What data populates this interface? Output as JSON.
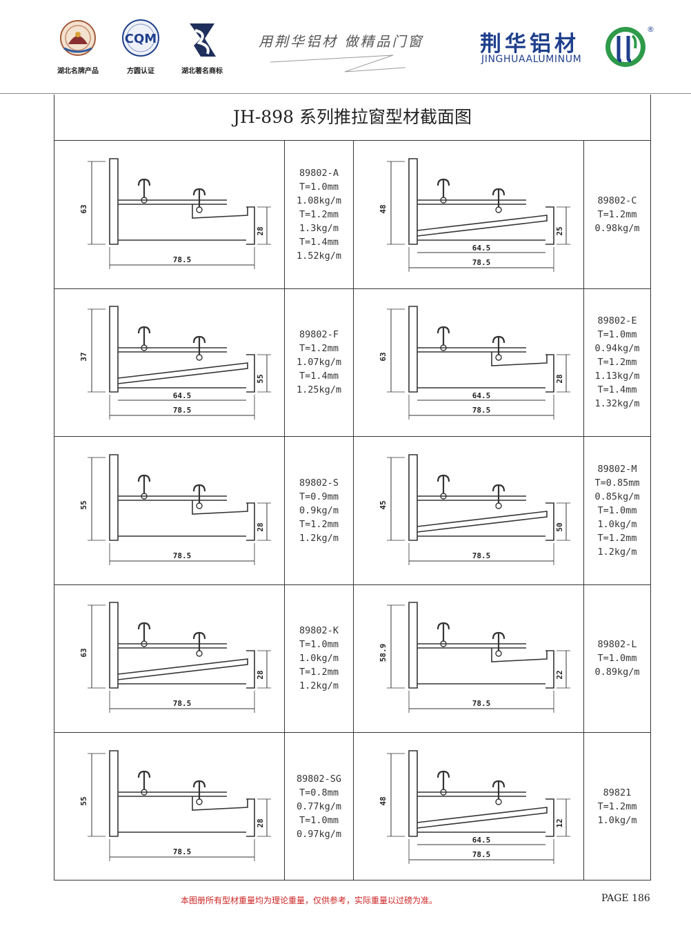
{
  "header": {
    "certifications": [
      {
        "label": "湖北名牌产品",
        "icon": "provincial-brand-emblem-icon"
      },
      {
        "label": "方圆认证",
        "icon": "cqm-certification-icon",
        "mark": "CQM"
      },
      {
        "label": "湖北著名商标",
        "icon": "famous-trademark-icon"
      }
    ],
    "slogan": "用荆华铝材  做精品门窗",
    "brand_cn": "荆华铝材",
    "brand_en": "JINGHUAALUMINUM",
    "registered_mark": "®"
  },
  "catalog": {
    "title": "JH-898 系列推拉窗型材截面图",
    "rows": [
      {
        "left": {
          "spec": [
            "89802-A",
            "T=1.0mm",
            "1.08kg/m",
            "T=1.2mm",
            "1.3kg/m",
            "T=1.4mm",
            "1.52kg/m"
          ],
          "dims": {
            "height": "63",
            "step": "28",
            "width": "78.5"
          }
        },
        "right": {
          "spec": [
            "89802-C",
            "T=1.2mm",
            "0.98kg/m"
          ],
          "dims": {
            "height": "48",
            "step": "25",
            "inner": "64.5",
            "width": "78.5"
          }
        }
      },
      {
        "left": {
          "spec": [
            "89802-F",
            "T=1.2mm",
            "1.07kg/m",
            "T=1.4mm",
            "1.25kg/m"
          ],
          "dims": {
            "height": "37",
            "step": "55",
            "inner": "64.5",
            "width": "78.5"
          }
        },
        "right": {
          "spec": [
            "89802-E",
            "T=1.0mm",
            "0.94kg/m",
            "T=1.2mm",
            "1.13kg/m",
            "T=1.4mm",
            "1.32kg/m"
          ],
          "dims": {
            "height": "63",
            "step": "28",
            "inner": "64.5",
            "width": "78.5"
          }
        }
      },
      {
        "left": {
          "spec": [
            "89802-S",
            "T=0.9mm",
            "0.9kg/m",
            "T=1.2mm",
            "1.2kg/m"
          ],
          "dims": {
            "height": "55",
            "step": "28",
            "width": "78.5"
          }
        },
        "right": {
          "spec": [
            "89802-M",
            "T=0.85mm",
            "0.85kg/m",
            "T=1.0mm",
            "1.0kg/m",
            "T=1.2mm",
            "1.2kg/m"
          ],
          "dims": {
            "height": "45",
            "step": "50",
            "width": "78.5"
          }
        }
      },
      {
        "left": {
          "spec": [
            "89802-K",
            "T=1.0mm",
            "1.0kg/m",
            "T=1.2mm",
            "1.2kg/m"
          ],
          "dims": {
            "height": "63",
            "step": "28",
            "width": "78.5"
          }
        },
        "right": {
          "spec": [
            "89802-L",
            "T=1.0mm",
            "0.89kg/m"
          ],
          "dims": {
            "height": "58.9",
            "step": "22",
            "width": "78.5"
          }
        }
      },
      {
        "left": {
          "spec": [
            "89802-SG",
            "T=0.8mm",
            "0.77kg/m",
            "T=1.0mm",
            "0.97kg/m"
          ],
          "dims": {
            "height": "55",
            "step": "28",
            "width": "78.5"
          }
        },
        "right": {
          "spec": [
            "89821",
            "T=1.2mm",
            "1.0kg/m"
          ],
          "dims": {
            "height": "48",
            "step": "12",
            "inner": "64.5",
            "width": "78.5"
          }
        }
      }
    ]
  },
  "footer": {
    "note": "本图册所有型材重量均为理论重量，仅供参考，实际重量以过磅为准。",
    "page": "PAGE 186"
  }
}
